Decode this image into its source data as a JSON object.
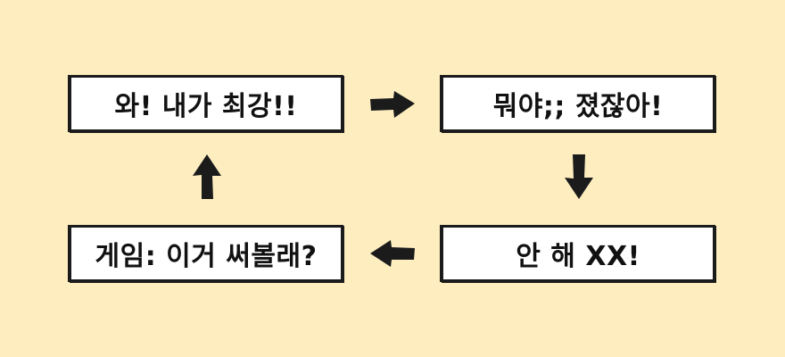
{
  "diagram": {
    "steps": [
      {
        "text": "와! 내가 최강!!"
      },
      {
        "text": "뭐야;; 졌잖아!"
      },
      {
        "text": "안 해 XX!"
      },
      {
        "text": "게임: 이거 써볼래?"
      }
    ],
    "arrows": [
      {
        "from": 1,
        "to": 2,
        "direction": "right"
      },
      {
        "from": 2,
        "to": 3,
        "direction": "down"
      },
      {
        "from": 3,
        "to": 4,
        "direction": "left"
      },
      {
        "from": 4,
        "to": 1,
        "direction": "up"
      }
    ],
    "colors": {
      "background": "#fdedbf",
      "box_fill": "#ffffff",
      "stroke": "#1b1b1b",
      "text": "#111111"
    }
  }
}
